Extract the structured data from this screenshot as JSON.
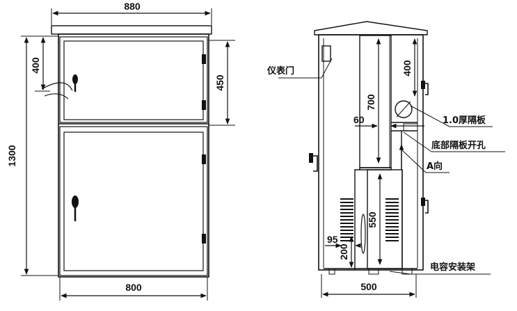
{
  "front_view": {
    "dim_top_width": "880",
    "dim_upper_height": "400",
    "dim_door_height": "450",
    "dim_total_height": "1300",
    "dim_bottom_width": "800"
  },
  "side_view": {
    "label_meter_door": "仪表门",
    "dim_700": "700",
    "dim_400": "400",
    "dim_60": "60",
    "label_partition": "1.0厚隔板",
    "label_bottom_hole": "底部隔板开孔",
    "label_a_direction": "A向",
    "dim_550": "550",
    "dim_95": "95",
    "dim_200": "200",
    "label_capacitor_rack": "电容安装架",
    "dim_500": "500"
  },
  "colors": {
    "line": "#111111",
    "background": "#ffffff"
  }
}
